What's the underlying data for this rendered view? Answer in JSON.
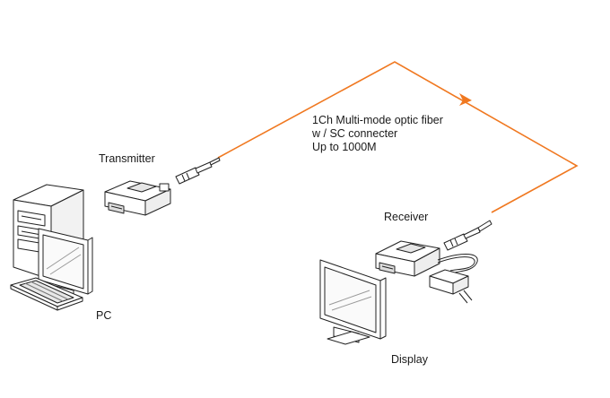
{
  "labels": {
    "transmitter": "Transmitter",
    "receiver": "Receiver",
    "pc": "PC",
    "display": "Display",
    "fiber": {
      "line1": "1Ch Multi-mode optic fiber",
      "line2": "w / SC connecter",
      "line3": "Up to 1000M"
    }
  },
  "colors": {
    "fiber": "#f07820",
    "outline": "#222222",
    "fill": "#ffffff"
  },
  "icons": [
    "pc-tower-icon",
    "pc-monitor-icon",
    "keyboard-icon",
    "transmitter-device-icon",
    "sc-connector-icon",
    "receiver-device-icon",
    "power-adapter-icon",
    "display-monitor-icon"
  ]
}
